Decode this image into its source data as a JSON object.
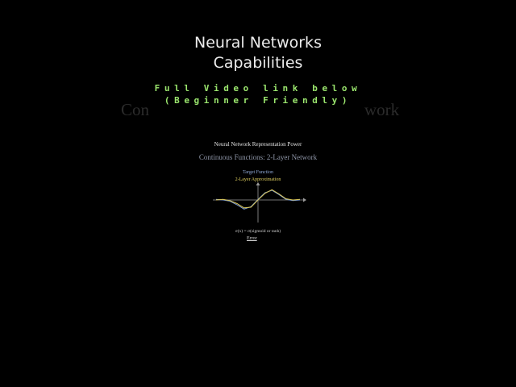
{
  "header": {
    "title_line1": "Neural Networks",
    "title_line2": "Capabilities",
    "promo_line1": "Full Video link below",
    "promo_line2": "(Beginner Friendly)"
  },
  "background_text": {
    "left": "Con",
    "right": "work"
  },
  "slide": {
    "title": "Neural Network Representation Power",
    "subtitle": "Continuous Functions: 2-Layer Network",
    "legend_target": "Target Function",
    "legend_approx": "2-Layer Approximation",
    "formula": "σ(x) = σ(sigmoid or tanh)",
    "error_label": "Error"
  },
  "colors": {
    "target": "#7f9fd4",
    "approximation": "#d8c458",
    "promo": "#9be66e"
  },
  "chart_data": {
    "type": "line",
    "title": "",
    "xlabel": "",
    "ylabel": "",
    "xlim": [
      -3,
      3
    ],
    "ylim": [
      -1.2,
      1.2
    ],
    "series": [
      {
        "name": "Target Function",
        "x": [
          -3,
          -2.5,
          -2,
          -1.5,
          -1,
          -0.5,
          0,
          0.5,
          1,
          1.5,
          2,
          2.5,
          3
        ],
        "y": [
          0.05,
          0.0,
          -0.1,
          -0.4,
          -0.75,
          -0.55,
          0.05,
          0.6,
          0.8,
          0.45,
          0.05,
          -0.05,
          0.0
        ]
      },
      {
        "name": "2-Layer Approximation",
        "x": [
          -3,
          -2.5,
          -2,
          -1.5,
          -1,
          -0.5,
          0,
          0.5,
          1,
          1.5,
          2,
          2.5,
          3
        ],
        "y": [
          0.0,
          0.05,
          -0.05,
          -0.3,
          -0.65,
          -0.6,
          0.0,
          0.55,
          0.85,
          0.5,
          0.1,
          0.0,
          0.05
        ]
      }
    ]
  }
}
